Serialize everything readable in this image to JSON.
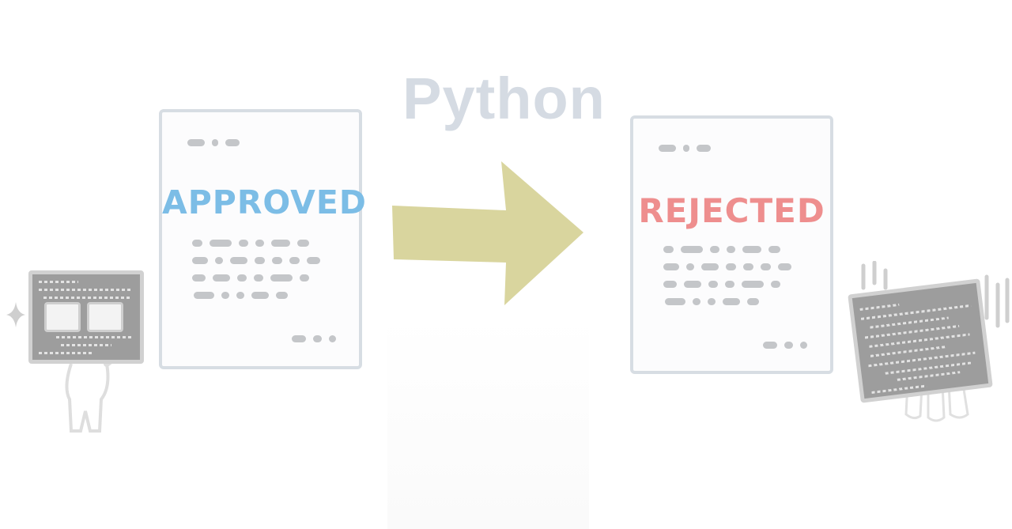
{
  "title": "Python",
  "left_document": {
    "stamp": "APPROVED",
    "stamp_color": "#7cbde6",
    "lines": [
      [
        16,
        6,
        14
      ],
      [
        10,
        22,
        11,
        9,
        18,
        12
      ],
      [
        16,
        8,
        18,
        12,
        11,
        10,
        14
      ],
      [
        12,
        18,
        10,
        12,
        24,
        10
      ],
      [
        20,
        8,
        8,
        18,
        11
      ],
      [
        18,
        10,
        8
      ]
    ]
  },
  "right_document": {
    "stamp": "REJECTED",
    "stamp_color": "#ee8e8e",
    "lines": [
      [
        16,
        6,
        14
      ],
      [
        10,
        22,
        11,
        9,
        18,
        12
      ],
      [
        16,
        8,
        18,
        12,
        11,
        10,
        14
      ],
      [
        12,
        18,
        10,
        12,
        24,
        10
      ],
      [
        20,
        8,
        8,
        18,
        11
      ],
      [
        18,
        10,
        8
      ]
    ]
  },
  "arrow": {
    "color": "#d6d196",
    "direction": "right"
  },
  "left_figure": {
    "description": "character holding code screen with glasses",
    "sparkle": true
  },
  "right_figure": {
    "description": "code screen trembling over character",
    "motion_lines": true
  }
}
